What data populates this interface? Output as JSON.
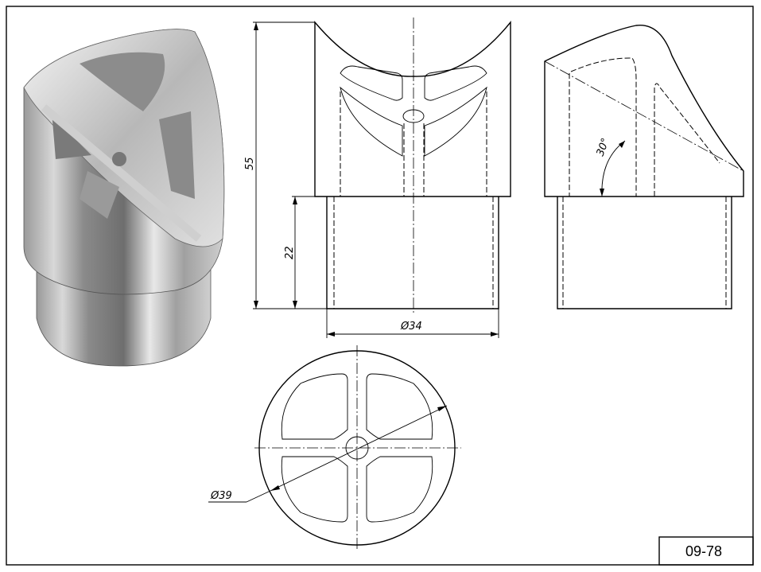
{
  "drawing": {
    "dimensions": {
      "overall_height": "55",
      "spigot_height": "22",
      "spigot_diameter": "Ø34",
      "outer_diameter": "Ø39",
      "cut_angle": "30°"
    },
    "title_block": {
      "part_number": "09-78"
    },
    "colors": {
      "line": "#000000",
      "background": "#ffffff",
      "metal_light": "#f0f0f0",
      "metal_dark": "#6e6e6e"
    }
  }
}
